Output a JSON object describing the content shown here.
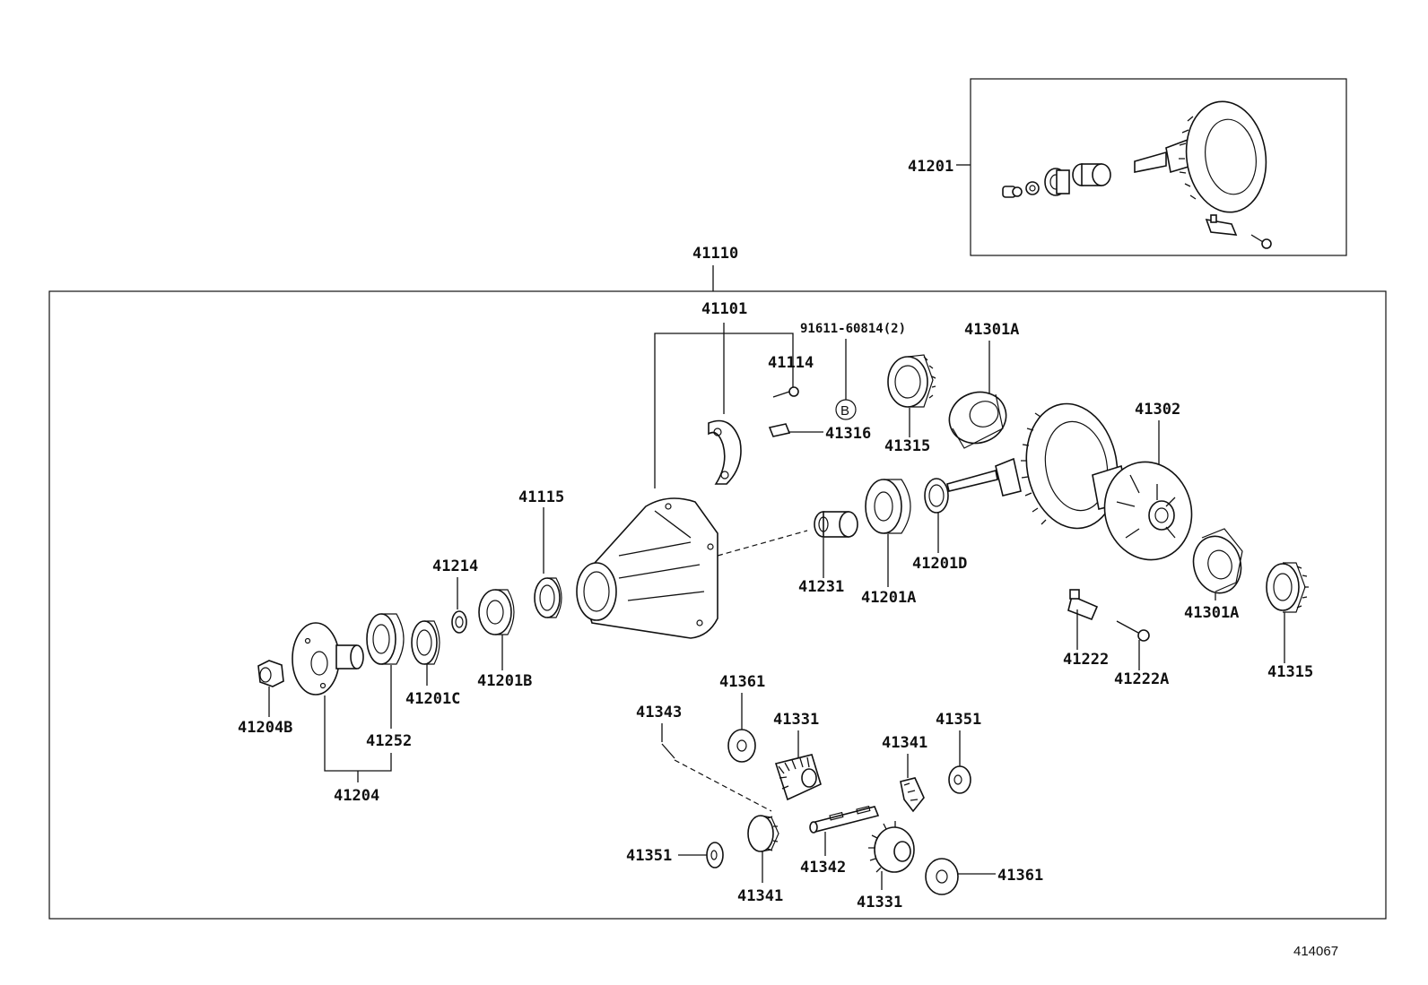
{
  "diagram": {
    "figure_number": "414067",
    "labels": {
      "l41201": "41201",
      "l41110": "41110",
      "l41101": "41101",
      "l91611": "91611-60814(2)",
      "l41114": "41114",
      "l41301A_top": "41301A",
      "l41302": "41302",
      "l41316": "41316",
      "l41315_top": "41315",
      "l41115": "41115",
      "l41214": "41214",
      "l41231": "41231",
      "l41201A": "41201A",
      "l41201D": "41201D",
      "l41201B": "41201B",
      "l41201C": "41201C",
      "l41204B": "41204B",
      "l41252": "41252",
      "l41204": "41204",
      "l41222": "41222",
      "l41222A": "41222A",
      "l41301A_bottom": "41301A",
      "l41315_bottom": "41315",
      "l41361_top": "41361",
      "l41343": "41343",
      "l41331_top": "41331",
      "l41341_top": "41341",
      "l41351_top": "41351",
      "l41351_bottom": "41351",
      "l41341_bottom": "41341",
      "l41342": "41342",
      "l41331_bottom": "41331",
      "l41361_bottom": "41361"
    },
    "callout_marker": "B"
  }
}
